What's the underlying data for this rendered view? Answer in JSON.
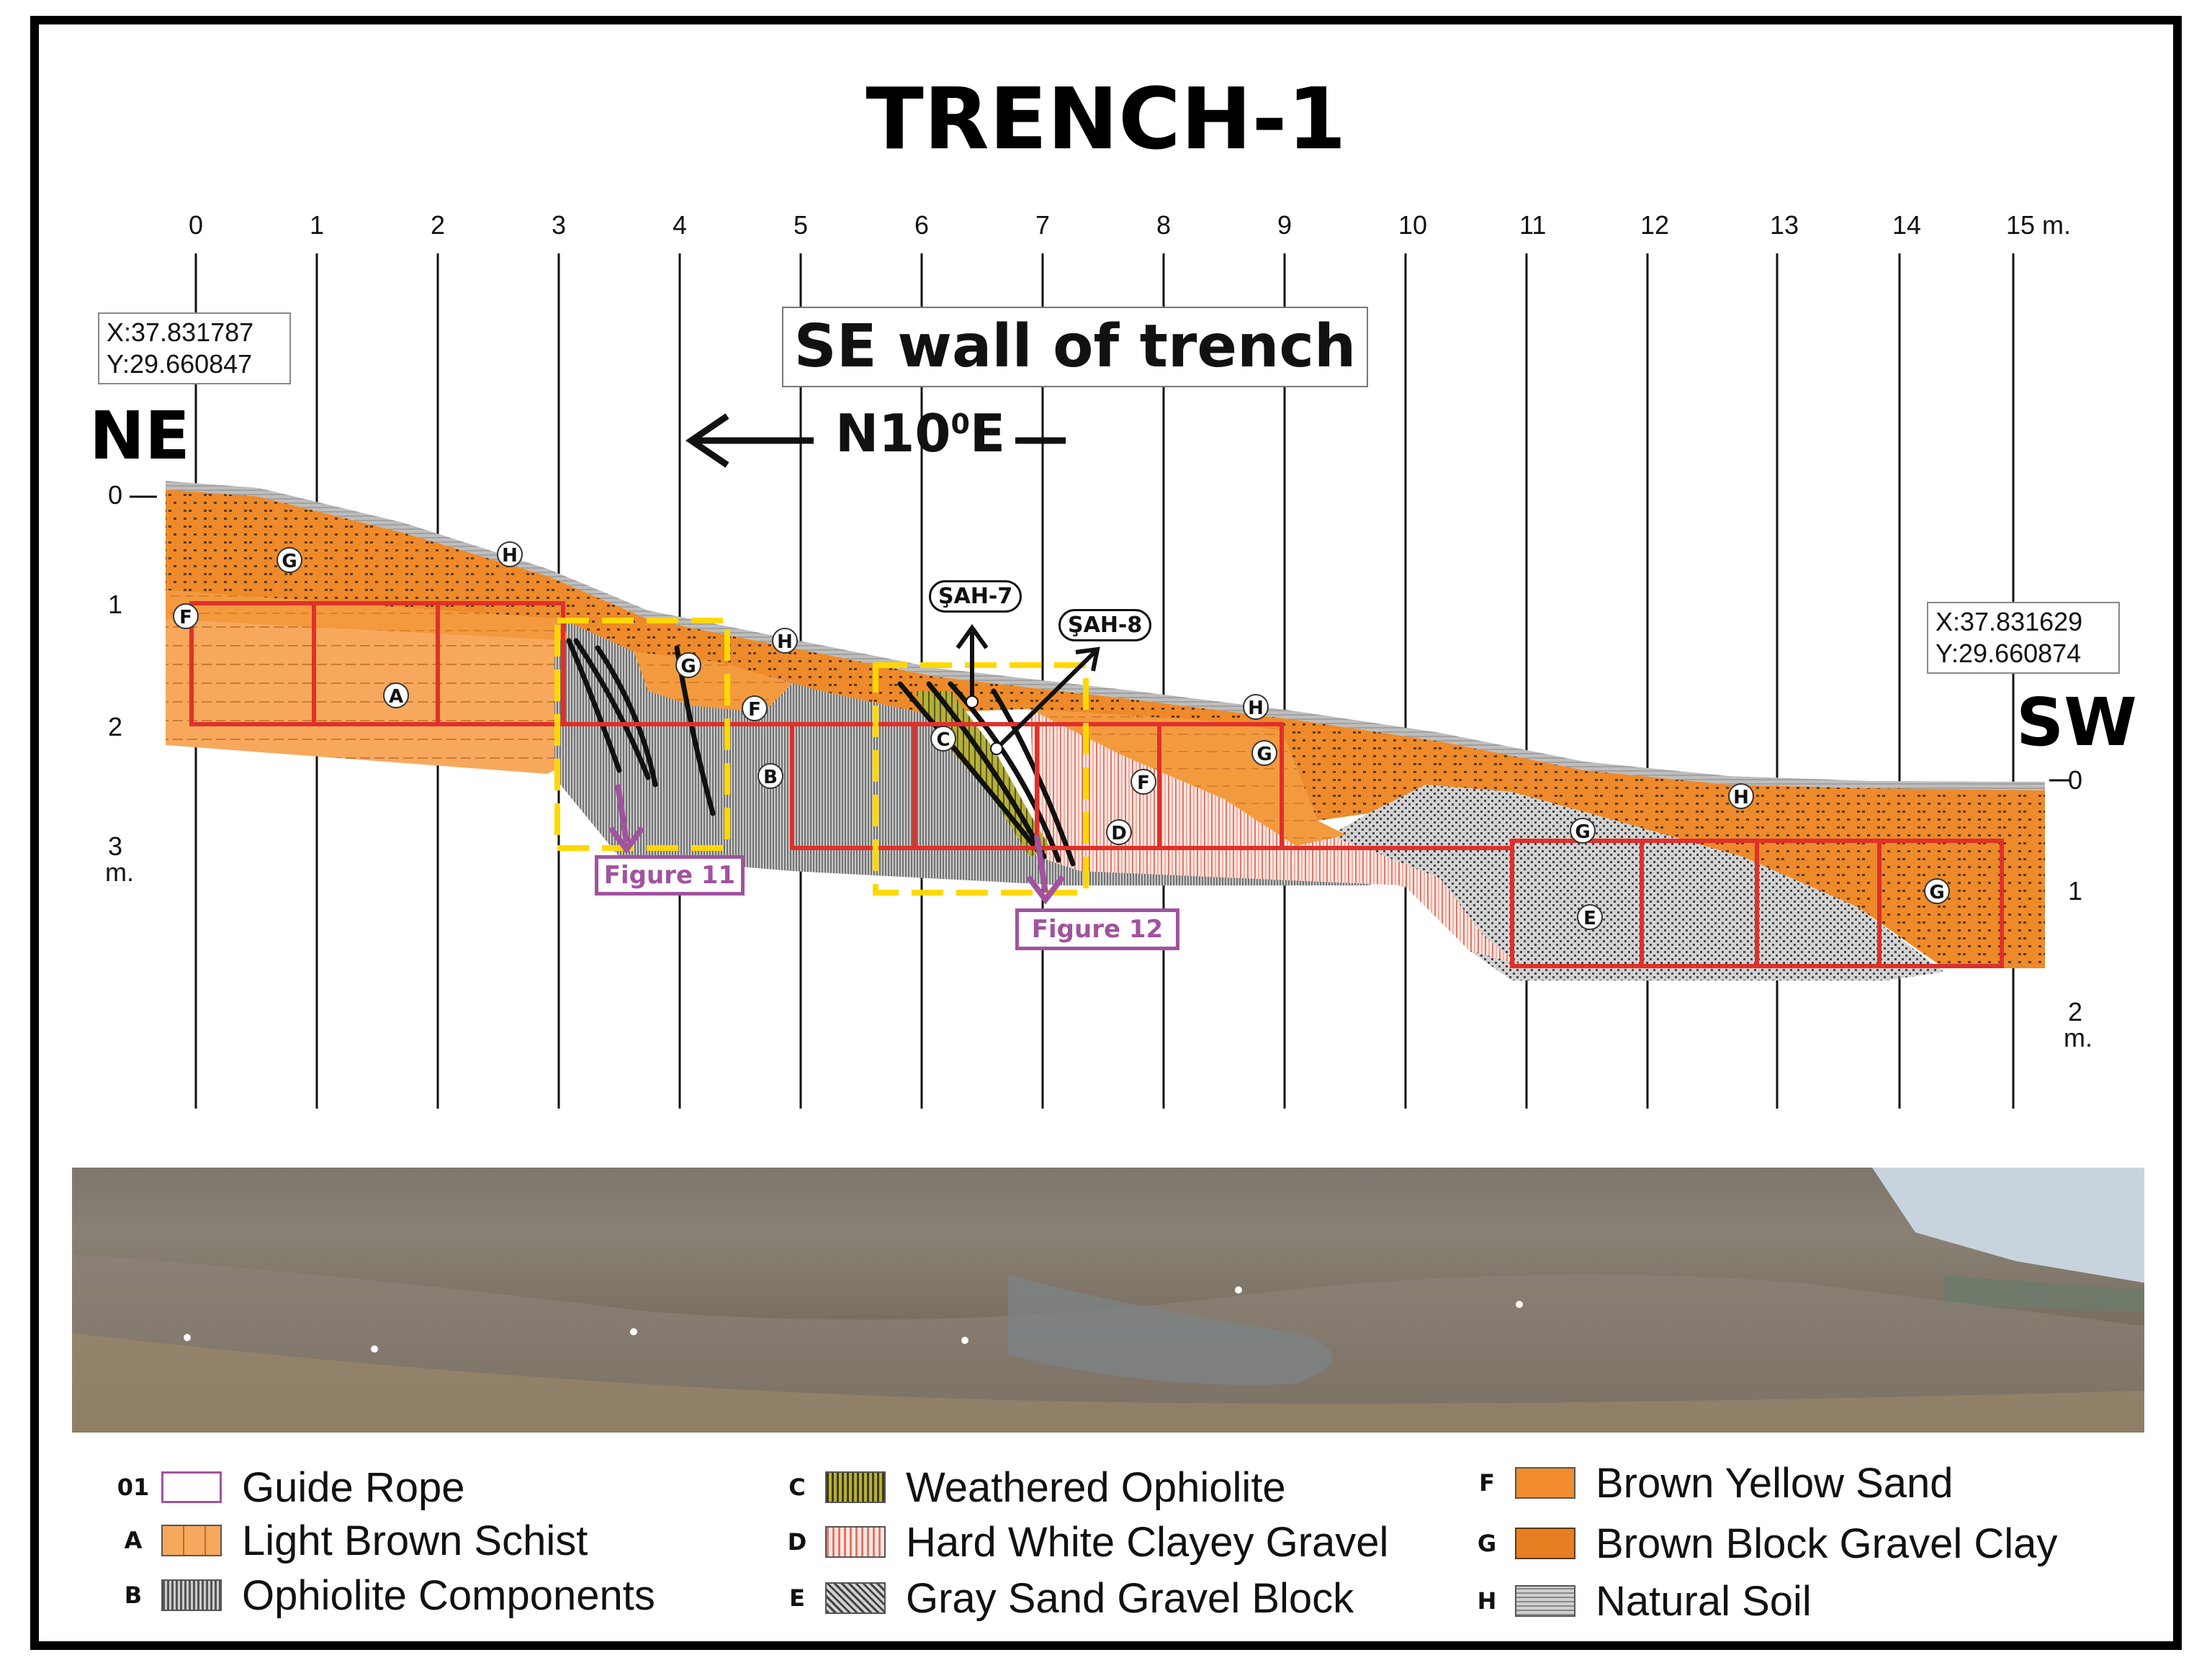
{
  "title": "TRENCH-1",
  "wall_label": "SE wall of trench",
  "direction": {
    "text": "N10",
    "sup": "0",
    "suffix": "E"
  },
  "sides": {
    "left": "NE",
    "right": "SW"
  },
  "coords": {
    "left": {
      "x": "X:37.831787",
      "y": "Y:29.660847"
    },
    "right": {
      "x": "X:37.831629",
      "y": "Y:29.660874"
    }
  },
  "horizontal_scale": [
    "0",
    "1",
    "2",
    "3",
    "4",
    "5",
    "6",
    "7",
    "8",
    "9",
    "10",
    "11",
    "12",
    "13",
    "14",
    "15 m."
  ],
  "left_depth": [
    "0",
    "1",
    "2",
    "3",
    "m."
  ],
  "right_depth": [
    "0",
    "1",
    "2",
    "m."
  ],
  "samples": [
    "ŞAH-7",
    "ŞAH-8"
  ],
  "figures": [
    "Figure 11",
    "Figure 12"
  ],
  "unit_tags": [
    "G",
    "F",
    "A",
    "H",
    "G",
    "H",
    "F",
    "B",
    "C",
    "H",
    "D",
    "F",
    "G",
    "H",
    "G",
    "E",
    "G"
  ],
  "legend": [
    {
      "code": "01",
      "label": "Guide Rope",
      "swatch": "rope"
    },
    {
      "code": "A",
      "label": "Light Brown Schist",
      "swatch": "A"
    },
    {
      "code": "B",
      "label": "Ophiolite Components",
      "swatch": "B"
    },
    {
      "code": "C",
      "label": "Weathered Ophiolite",
      "swatch": "C"
    },
    {
      "code": "D",
      "label": "Hard White Clayey Gravel",
      "swatch": "D"
    },
    {
      "code": "E",
      "label": "Gray Sand Gravel Block",
      "swatch": "E"
    },
    {
      "code": "F",
      "label": "Brown Yellow Sand",
      "swatch": "F"
    },
    {
      "code": "G",
      "label": "Brown Block Gravel Clay",
      "swatch": "G"
    },
    {
      "code": "H",
      "label": "Natural Soil",
      "swatch": "H"
    }
  ],
  "colors": {
    "schist": "#f4a460",
    "sand": "#f08c2e",
    "clay": "#e67e22",
    "soil": "#b5b5b5",
    "ophiolite": "#9a9a9a",
    "weathered": "#a8a23a",
    "clayey_gravel": "#f3b0a6",
    "rope": "#e0302a",
    "figure_box": "#ffd800",
    "figure_label": "#a1539e"
  }
}
